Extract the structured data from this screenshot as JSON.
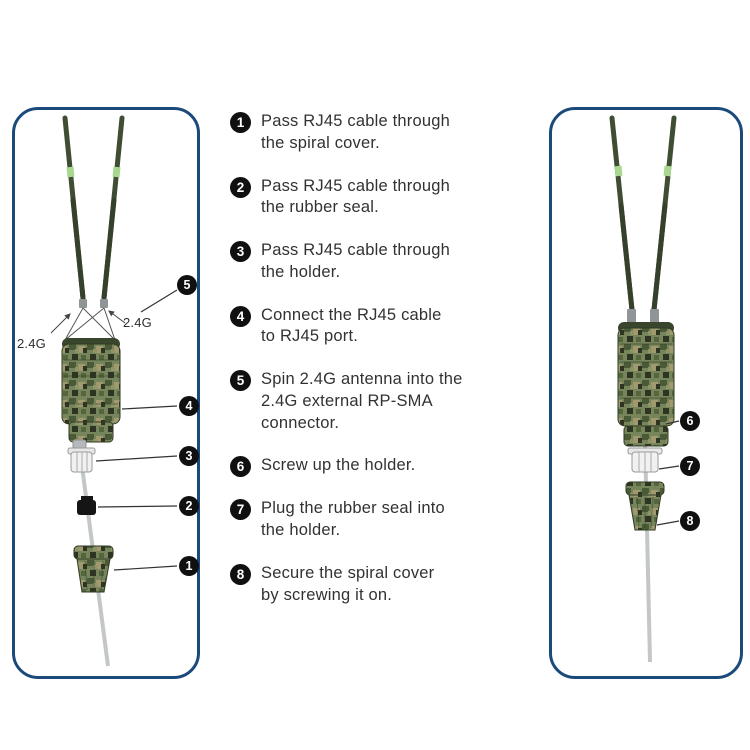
{
  "steps": [
    {
      "num": "1",
      "text": "Pass RJ45 cable through\nthe spiral cover."
    },
    {
      "num": "2",
      "text": "Pass RJ45 cable through\nthe rubber seal."
    },
    {
      "num": "3",
      "text": "Pass RJ45 cable through\nthe holder."
    },
    {
      "num": "4",
      "text": "Connect the RJ45 cable\nto RJ45 port."
    },
    {
      "num": "5",
      "text": "Spin 2.4G antenna into the\n2.4G external RP-SMA\nconnector."
    },
    {
      "num": "6",
      "text": "Screw up the holder."
    },
    {
      "num": "7",
      "text": "Plug the rubber seal into\nthe holder."
    },
    {
      "num": "8",
      "text": "Secure the spiral cover\nby screwing it on."
    }
  ],
  "left_panel": {
    "callouts": [
      {
        "num": "5"
      },
      {
        "num": "4"
      },
      {
        "num": "3"
      },
      {
        "num": "2"
      },
      {
        "num": "1"
      }
    ],
    "antenna_labels": [
      {
        "text": "2.4G"
      },
      {
        "text": "2.4G"
      }
    ]
  },
  "right_panel": {
    "callouts": [
      {
        "num": "6"
      },
      {
        "num": "7"
      },
      {
        "num": "8"
      }
    ]
  },
  "colors": {
    "panel_border": "#1b4a7a",
    "badge": "#101010",
    "antenna_green": "#3f4d33",
    "camo_base": "#77855c",
    "cable_gray": "#c3c7c7"
  }
}
